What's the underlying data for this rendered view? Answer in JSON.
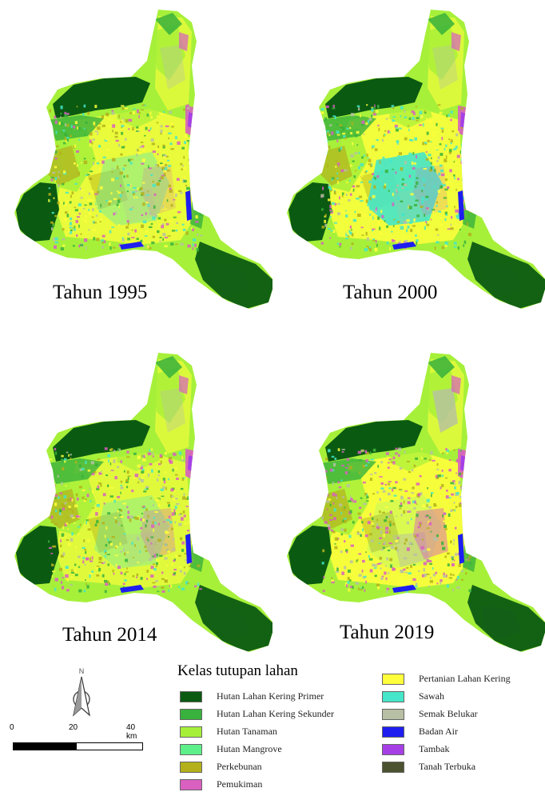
{
  "maps": [
    {
      "year_label": "Tahun 1995"
    },
    {
      "year_label": "Tahun 2000"
    },
    {
      "year_label": "Tahun 2014"
    },
    {
      "year_label": "Tahun 2019"
    }
  ],
  "legend": {
    "title": "Kelas tutupan lahan",
    "classes": [
      {
        "label": "Hutan Lahan Kering Primer",
        "color": "#0b5a12"
      },
      {
        "label": "Hutan Lahan Kering Sekunder",
        "color": "#38b23c"
      },
      {
        "label": "Hutan Tanaman",
        "color": "#a6f03a"
      },
      {
        "label": "Hutan Mangrove",
        "color": "#5df08a"
      },
      {
        "label": "Perkebunan",
        "color": "#b3b01c"
      },
      {
        "label": "Pemukiman",
        "color": "#d95fc0"
      },
      {
        "label": "Pertanian Lahan Kering",
        "color": "#ffff3c"
      },
      {
        "label": "Sawah",
        "color": "#45e6c9"
      },
      {
        "label": "Semak Belukar",
        "color": "#b7bfa5"
      },
      {
        "label": "Badan Air",
        "color": "#1e1ef0"
      },
      {
        "label": "Tambak",
        "color": "#a640e6"
      },
      {
        "label": "Tanah Terbuka",
        "color": "#4b5230"
      }
    ]
  },
  "north_arrow": {
    "label": "N"
  },
  "scale_bar": {
    "ticks": [
      "0",
      "20",
      "40 km"
    ]
  }
}
